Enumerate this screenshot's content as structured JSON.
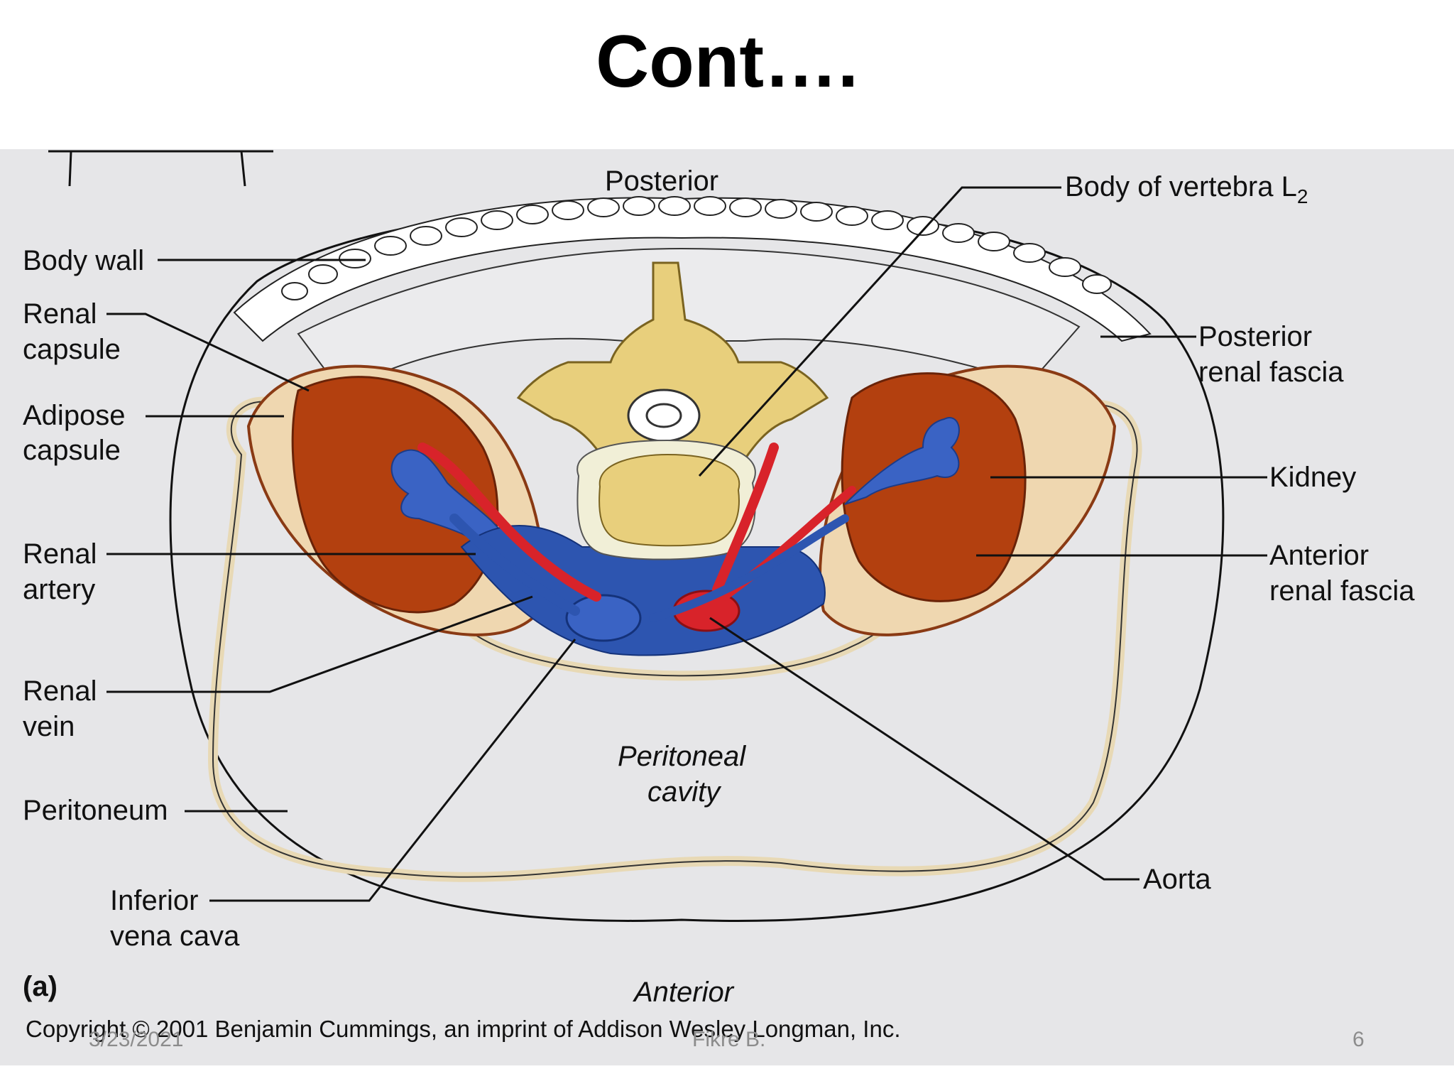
{
  "slide": {
    "title": "Cont…."
  },
  "figure": {
    "labels": {
      "posterior": "Posterior",
      "anterior": "Anterior",
      "body_of_vertebra": "Body of vertebra L",
      "vertebra_sub": "2",
      "body_wall": "Body wall",
      "renal_capsule_1": "Renal",
      "renal_capsule_2": "capsule",
      "adipose_capsule_1": "Adipose",
      "adipose_capsule_2": "capsule",
      "renal_artery_1": "Renal",
      "renal_artery_2": "artery",
      "renal_vein_1": "Renal",
      "renal_vein_2": "vein",
      "peritoneum": "Peritoneum",
      "ivc_1": "Inferior",
      "ivc_2": "vena cava",
      "posterior_fascia_1": "Posterior",
      "posterior_fascia_2": "renal fascia",
      "kidney": "Kidney",
      "anterior_fascia_1": "Anterior",
      "anterior_fascia_2": "renal fascia",
      "aorta": "Aorta",
      "peritoneal_cavity_1": "Peritoneal",
      "peritoneal_cavity_2": "cavity",
      "panel": "(a)"
    },
    "copyright": "Copyright © 2001 Benjamin Cummings, an imprint of Addison Wesley Longman, Inc.",
    "colors": {
      "background": "#e6e6e8",
      "kidney": "#b3400f",
      "vein": "#2d55b0",
      "artery": "#d8232a",
      "bone": "#e8cf7c",
      "peritoneum": "#e8d9b5"
    }
  },
  "footer": {
    "date": "3/23/2021",
    "author": "Fikre B.",
    "page": "6"
  }
}
